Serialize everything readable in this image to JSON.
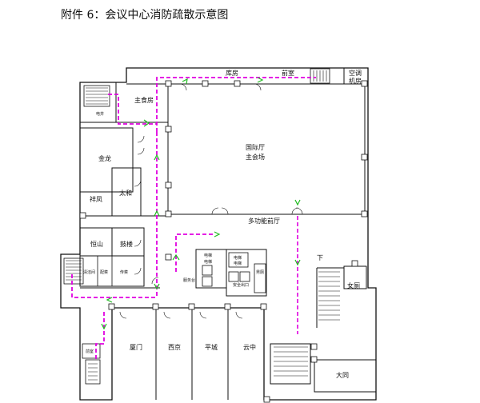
{
  "page": {
    "title": "附件 6：会议中心消防疏散示意图"
  },
  "rooms": {
    "kufang": "库房",
    "fushi": "前室",
    "kongtiao_1": "空调",
    "kongtiao_2": "机房",
    "zhushifang": "主食房",
    "guojiting_1": "国际厅",
    "guojiting_2": "主会场",
    "jinlong": "金龙",
    "taihe": "太和",
    "xiangfeng": "祥凤",
    "duogongneng": "多功能前厅",
    "hengshan": "恒山",
    "gulou": "鼓楼",
    "xia": "下",
    "nvce": "女厕",
    "qingjie": "清洁间",
    "peicai": "配菜",
    "chuancai": "传菜",
    "fuwutai": "服务台",
    "nance": "男厕",
    "xiamen": "厦门",
    "xijing": "西京",
    "pingcheng": "平城",
    "yunzhong": "云中",
    "datong": "大同",
    "qianshi_small": "前室",
    "dianti_1": "电梯",
    "dianti_2": "电梯",
    "dianti_3": "电梯",
    "dianti_4": "电梯",
    "anquan": "安全出口",
    "dian": "电井"
  },
  "legend_colors": {
    "evac_route_primary": "#e000e0",
    "evac_route_secondary": "#e000e0",
    "exit_arrow": "#22bb22",
    "walls": "#111111"
  }
}
